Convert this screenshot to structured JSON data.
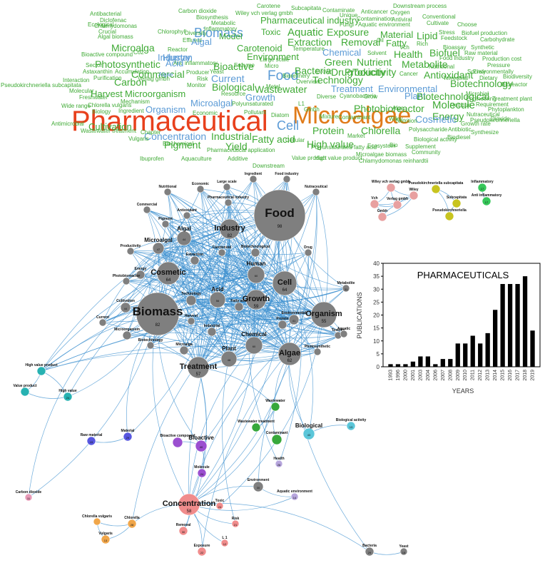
{
  "colors": {
    "green": "#3faa35",
    "blue": "#5c9bd6",
    "red": "#e8401c",
    "orange": "#e07b1a",
    "edge": "#3b8fcf",
    "node": "#7f7f7f",
    "bar": "#000000"
  },
  "word_cloud": [
    {
      "t": "Pharmaceutical",
      "c": "red"
    },
    {
      "t": "Microalgae",
      "c": "orange"
    },
    {
      "t": "Biomass",
      "c": "blue"
    },
    {
      "t": "Food",
      "c": "blue"
    },
    {
      "t": "Cell",
      "c": "blue"
    },
    {
      "t": "Antibacterial",
      "c": "green"
    },
    {
      "t": "Diclofenac",
      "c": "green"
    },
    {
      "t": "Carbon dioxide",
      "c": "green"
    },
    {
      "t": "Biosynthesis",
      "c": "green"
    },
    {
      "t": "Carotene",
      "c": "green"
    },
    {
      "t": "Wiley vch verlag gmbh",
      "c": "green"
    },
    {
      "t": "Subcapitata",
      "c": "green"
    },
    {
      "t": "Contaminate",
      "c": "green"
    },
    {
      "t": "Unique",
      "c": "green"
    },
    {
      "t": "Downstream process",
      "c": "green"
    },
    {
      "t": "Anticancer",
      "c": "green"
    },
    {
      "t": "Oxygen",
      "c": "green"
    },
    {
      "t": "Conventional",
      "c": "green"
    },
    {
      "t": "Chlamydomonas",
      "c": "green"
    },
    {
      "t": "Metabolic",
      "c": "green"
    },
    {
      "t": "Pharmaceutical industry",
      "c": "green"
    },
    {
      "t": "Contamination",
      "c": "green"
    },
    {
      "t": "Antiviral",
      "c": "green"
    },
    {
      "t": "Ecological",
      "c": "green"
    },
    {
      "t": "Inflammatory",
      "c": "green"
    },
    {
      "t": "Fungi",
      "c": "green"
    },
    {
      "t": "Aquatic environment",
      "c": "green"
    },
    {
      "t": "Cultivate",
      "c": "green"
    },
    {
      "t": "Choose",
      "c": "green"
    },
    {
      "t": "Crucial",
      "c": "green"
    },
    {
      "t": "Chlorophyll",
      "c": "green"
    },
    {
      "t": "Diversity",
      "c": "green"
    },
    {
      "t": "Effluent",
      "c": "green"
    },
    {
      "t": "Toxic",
      "c": "green"
    },
    {
      "t": "Aquatic",
      "c": "green"
    },
    {
      "t": "Exposure",
      "c": "green"
    },
    {
      "t": "Material",
      "c": "green"
    },
    {
      "t": "Lipid",
      "c": "green"
    },
    {
      "t": "Stress",
      "c": "green"
    },
    {
      "t": "Biofuel production",
      "c": "green"
    },
    {
      "t": "Algal biomass",
      "c": "green"
    },
    {
      "t": "Model",
      "c": "green"
    },
    {
      "t": "Feedstock",
      "c": "green"
    },
    {
      "t": "Carbohydrate",
      "c": "green"
    },
    {
      "t": "Microalga",
      "c": "green"
    },
    {
      "t": "Algal",
      "c": "blue"
    },
    {
      "t": "Extraction",
      "c": "green"
    },
    {
      "t": "Removal",
      "c": "green"
    },
    {
      "t": "Oil",
      "c": "green"
    },
    {
      "t": "Fatty",
      "c": "green"
    },
    {
      "t": "Rich",
      "c": "green"
    },
    {
      "t": "Bioactive compound",
      "c": "green"
    },
    {
      "t": "Co2",
      "c": "green"
    },
    {
      "t": "Reactor",
      "c": "green"
    },
    {
      "t": "Carotenoid",
      "c": "green"
    },
    {
      "t": "Temperature",
      "c": "green"
    },
    {
      "t": "Chemical",
      "c": "blue"
    },
    {
      "t": "Solvent",
      "c": "green"
    },
    {
      "t": "Vch",
      "c": "green"
    },
    {
      "t": "Bioassay",
      "c": "green"
    },
    {
      "t": "Synthetic",
      "c": "green"
    },
    {
      "t": "Industry",
      "c": "blue"
    },
    {
      "t": "Environment",
      "c": "green"
    },
    {
      "t": "Health",
      "c": "green"
    },
    {
      "t": "Biofuel",
      "c": "green"
    },
    {
      "t": "Raw material",
      "c": "green"
    },
    {
      "t": "Photosynthetic",
      "c": "green"
    },
    {
      "t": "Human",
      "c": "blue"
    },
    {
      "t": "Anti inflammatory",
      "c": "green"
    },
    {
      "t": "Green",
      "c": "green"
    },
    {
      "t": "Nutrient",
      "c": "green"
    },
    {
      "t": "Metabolite",
      "c": "green"
    },
    {
      "t": "Food industry",
      "c": "green"
    },
    {
      "t": "Production cost",
      "c": "green"
    },
    {
      "t": "Sector",
      "c": "green"
    },
    {
      "t": "Acid",
      "c": "blue"
    },
    {
      "t": "Enzyme",
      "c": "green"
    },
    {
      "t": "Bacteria",
      "c": "green"
    },
    {
      "t": "Productivity",
      "c": "green"
    },
    {
      "t": "Nutritional",
      "c": "green"
    },
    {
      "t": "Pressure",
      "c": "green"
    },
    {
      "t": "Astaxanthin",
      "c": "green"
    },
    {
      "t": "Accumulation",
      "c": "green"
    },
    {
      "t": "Producer",
      "c": "green"
    },
    {
      "t": "Bioactive",
      "c": "green"
    },
    {
      "t": "Micro",
      "c": "green"
    },
    {
      "t": "Technology",
      "c": "green"
    },
    {
      "t": "Society",
      "c": "green"
    },
    {
      "t": "Environmentally",
      "c": "green"
    },
    {
      "t": "Commercial",
      "c": "green"
    },
    {
      "t": "Yeast",
      "c": "green"
    },
    {
      "t": "Drug",
      "c": "green"
    },
    {
      "t": "Toxicity",
      "c": "green"
    },
    {
      "t": "Antioxidant",
      "c": "green"
    },
    {
      "t": "Terrestrial",
      "c": "green"
    },
    {
      "t": "Biodiversity",
      "c": "green"
    },
    {
      "t": "Pseudokirchneriella subcapitata",
      "c": "green"
    },
    {
      "t": "Verlag gmbh",
      "c": "green"
    },
    {
      "t": "Carbon",
      "c": "green"
    },
    {
      "t": "Current",
      "c": "blue"
    },
    {
      "t": "Biorefinery",
      "c": "green"
    },
    {
      "t": "Grown",
      "c": "green"
    },
    {
      "t": "Cancer",
      "c": "green"
    },
    {
      "t": "Dietary",
      "c": "green"
    },
    {
      "t": "Bioreactor",
      "c": "green"
    },
    {
      "t": "Interaction",
      "c": "green"
    },
    {
      "t": "Purification",
      "c": "green"
    },
    {
      "t": "Risk",
      "c": "green"
    },
    {
      "t": "Overview",
      "c": "green"
    },
    {
      "t": "Biotechnology",
      "c": "green"
    },
    {
      "t": "Molecular",
      "c": "green"
    },
    {
      "t": "Algae",
      "c": "blue"
    },
    {
      "t": "Monitor",
      "c": "green"
    },
    {
      "t": "Biological",
      "c": "green"
    },
    {
      "t": "Metal",
      "c": "green"
    },
    {
      "t": "Treatment",
      "c": "blue"
    },
    {
      "t": "Environmental",
      "c": "blue"
    },
    {
      "t": "Harvest",
      "c": "green"
    },
    {
      "t": "Microorganism",
      "c": "green"
    },
    {
      "t": "Large scale",
      "c": "green"
    },
    {
      "t": "Wastewater",
      "c": "green"
    },
    {
      "t": "Plant",
      "c": "blue"
    },
    {
      "t": "Biotechnological",
      "c": "green"
    },
    {
      "t": "Freshwater",
      "c": "green"
    },
    {
      "t": "Resource",
      "c": "green"
    },
    {
      "t": "Diverse",
      "c": "green"
    },
    {
      "t": "Cyanobacteria",
      "c": "green"
    },
    {
      "t": "Grow",
      "c": "green"
    },
    {
      "t": "Molecule",
      "c": "green"
    },
    {
      "t": "Treatment plant",
      "c": "green"
    },
    {
      "t": "Chlorella vulgaris",
      "c": "green"
    },
    {
      "t": "Mechanism",
      "c": "green"
    },
    {
      "t": "Microalgal",
      "c": "blue"
    },
    {
      "t": "Growth",
      "c": "blue"
    },
    {
      "t": "Polyunsaturated",
      "c": "green"
    },
    {
      "t": "L1",
      "c": "green"
    },
    {
      "t": "Requirement",
      "c": "green"
    },
    {
      "t": "Wide range",
      "c": "green"
    },
    {
      "t": "Biology",
      "c": "green"
    },
    {
      "t": "Ingredient",
      "c": "green"
    },
    {
      "t": "Organism",
      "c": "blue"
    },
    {
      "t": "Economic",
      "c": "green"
    },
    {
      "t": "Pollutant",
      "c": "green"
    },
    {
      "t": "Diatom",
      "c": "green"
    },
    {
      "t": "Gmbh",
      "c": "green"
    },
    {
      "t": "Energy",
      "c": "green"
    },
    {
      "t": "Phytoplankton",
      "c": "green"
    },
    {
      "t": "Mixture",
      "c": "green"
    },
    {
      "t": "Contaminant",
      "c": "green"
    },
    {
      "t": "Photobioreactor",
      "c": "green"
    },
    {
      "t": "Alga",
      "c": "green"
    },
    {
      "t": "Nutraceutical",
      "c": "green"
    },
    {
      "t": "Antimicrobial",
      "c": "green"
    },
    {
      "t": "Cultivation",
      "c": "green"
    },
    {
      "t": "Concentration",
      "c": "blue"
    },
    {
      "t": "Industrial",
      "c": "green"
    },
    {
      "t": "Fatty acid",
      "c": "green"
    },
    {
      "t": "Protein",
      "c": "green"
    },
    {
      "t": "Chlorella",
      "c": "green"
    },
    {
      "t": "Cosmetic",
      "c": "blue"
    },
    {
      "t": "Dioxide",
      "c": "green"
    },
    {
      "t": "Wastewater treatment",
      "c": "green"
    },
    {
      "t": "Chapter",
      "c": "green"
    },
    {
      "t": "Pigment",
      "c": "green"
    },
    {
      "t": "Yield",
      "c": "green"
    },
    {
      "t": "Cellular",
      "c": "green"
    },
    {
      "t": "Market",
      "c": "green"
    },
    {
      "t": "Polysaccharide",
      "c": "green"
    },
    {
      "t": "Antibiotic",
      "c": "green"
    },
    {
      "t": "Synthesize",
      "c": "green"
    },
    {
      "t": "Vulgaris",
      "c": "green"
    },
    {
      "t": "Biochemical",
      "c": "green"
    },
    {
      "t": "Pharmaceutical application",
      "c": "green"
    },
    {
      "t": "High value",
      "c": "green"
    },
    {
      "t": "Biological activity",
      "c": "green"
    },
    {
      "t": "Biodiesel",
      "c": "green"
    },
    {
      "t": "Ibuprofen",
      "c": "green"
    },
    {
      "t": "Aquaculture",
      "c": "green"
    },
    {
      "t": "Additive",
      "c": "green"
    },
    {
      "t": "Polyunsaturated fatty acid",
      "c": "green"
    },
    {
      "t": "Microalgae biomass",
      "c": "green"
    },
    {
      "t": "Community",
      "c": "green"
    },
    {
      "t": "Value product",
      "c": "green"
    },
    {
      "t": "High value product",
      "c": "green"
    },
    {
      "t": "Chlamydomonas reinhardtii",
      "c": "green"
    },
    {
      "t": "Supplement",
      "c": "green"
    },
    {
      "t": "Ecosystem",
      "c": "green"
    },
    {
      "t": "Bio",
      "c": "green"
    },
    {
      "t": "Growth rate",
      "c": "green"
    },
    {
      "t": "Pseudokirchneriella",
      "c": "green"
    },
    {
      "t": "Downstream",
      "c": "green"
    },
    {
      "t": "Microbial",
      "c": "green"
    },
    {
      "t": "Engineering",
      "c": "green"
    },
    {
      "t": "Residue",
      "c": "green"
    },
    {
      "t": "Wiley",
      "c": "green"
    },
    {
      "t": "Nutrition",
      "c": "green"
    }
  ],
  "network": {
    "nodes": [
      {
        "label": "Food",
        "n": "98",
        "c": "#7f7f7f"
      },
      {
        "label": "Biomass",
        "n": "82",
        "c": "#7f7f7f"
      },
      {
        "label": "Industry",
        "n": "82",
        "c": "#7f7f7f"
      },
      {
        "label": "Cosmetic",
        "n": "64",
        "c": "#7f7f7f"
      },
      {
        "label": "Cell",
        "n": "64",
        "c": "#7f7f7f"
      },
      {
        "label": "Organism",
        "n": "55",
        "c": "#7f7f7f"
      },
      {
        "label": "Growth",
        "n": "59",
        "c": "#7f7f7f"
      },
      {
        "label": "Algae",
        "n": "62",
        "c": "#7f7f7f"
      },
      {
        "label": "Treatment",
        "n": "57",
        "c": "#7f7f7f"
      },
      {
        "label": "Human",
        "n": "60",
        "c": "#7f7f7f"
      },
      {
        "label": "Chemical",
        "n": "60",
        "c": "#7f7f7f"
      },
      {
        "label": "Plant",
        "n": "48",
        "c": "#7f7f7f"
      },
      {
        "label": "Acid",
        "n": "56",
        "c": "#7f7f7f"
      },
      {
        "label": "Algal",
        "n": "44",
        "c": "#7f7f7f"
      },
      {
        "label": "Microalgal",
        "n": "47",
        "c": "#7f7f7f"
      },
      {
        "label": "Technology",
        "n": "",
        "c": "#7f7f7f"
      },
      {
        "label": "Environmental",
        "n": "41",
        "c": "#7f7f7f"
      },
      {
        "label": "Cultivation",
        "n": "44",
        "c": "#7f7f7f"
      },
      {
        "label": "Energy",
        "n": "",
        "c": "#7f7f7f"
      },
      {
        "label": "Extraction",
        "n": "",
        "c": "#7f7f7f"
      },
      {
        "label": "Biotechnological",
        "n": "",
        "c": "#7f7f7f"
      },
      {
        "label": "Fatty acid",
        "n": "",
        "c": "#7f7f7f"
      },
      {
        "label": "Protein",
        "n": "",
        "c": "#7f7f7f"
      },
      {
        "label": "Industrial",
        "n": "",
        "c": "#7f7f7f"
      },
      {
        "label": "Microalga",
        "n": "",
        "c": "#7f7f7f"
      },
      {
        "label": "Microorganism",
        "n": "",
        "c": "#7f7f7f"
      },
      {
        "label": "Pharmaceutical industry",
        "n": "",
        "c": "#7f7f7f"
      },
      {
        "label": "Commercial",
        "n": "",
        "c": "#7f7f7f"
      },
      {
        "label": "Antioxidant",
        "n": "",
        "c": "#7f7f7f"
      },
      {
        "label": "Productivity",
        "n": "",
        "c": "#7f7f7f"
      },
      {
        "label": "Photobioreactor",
        "n": "",
        "c": "#7f7f7f"
      },
      {
        "label": "Drug",
        "n": "",
        "c": "#7f7f7f"
      },
      {
        "label": "Metabolite",
        "n": "31",
        "c": "#7f7f7f"
      },
      {
        "label": "Toxicity",
        "n": "",
        "c": "#7f7f7f"
      },
      {
        "label": "Aquatic",
        "n": "",
        "c": "#7f7f7f"
      },
      {
        "label": "Photosynthetic",
        "n": "",
        "c": "#7f7f7f"
      },
      {
        "label": "Large scale",
        "n": "",
        "c": "#7f7f7f"
      },
      {
        "label": "Ingredient",
        "n": "",
        "c": "#7f7f7f"
      },
      {
        "label": "Food industry",
        "n": "",
        "c": "#7f7f7f"
      },
      {
        "label": "Nutraceutical",
        "n": "",
        "c": "#7f7f7f"
      },
      {
        "label": "Economic",
        "n": "",
        "c": "#7f7f7f"
      },
      {
        "label": "Nutritional",
        "n": "",
        "c": "#7f7f7f"
      },
      {
        "label": "Pigment",
        "n": "",
        "c": "#7f7f7f"
      },
      {
        "label": "Carotenoid",
        "n": "",
        "c": "#7f7f7f"
      },
      {
        "label": "Current",
        "n": "",
        "c": "#7f7f7f"
      },
      {
        "label": "Harvest",
        "n": "",
        "c": "#7f7f7f"
      },
      {
        "label": "Biotechnology",
        "n": "",
        "c": "#7f7f7f"
      },
      {
        "label": "Wastewater",
        "n": "",
        "c": "#37a83a"
      },
      {
        "label": "Wastewater treatment",
        "n": "",
        "c": "#37a83a"
      },
      {
        "label": "Contaminant",
        "n": "",
        "c": "#37a83a"
      },
      {
        "label": "Biological",
        "n": "43",
        "c": "#5bc6d9"
      },
      {
        "label": "Biological activity",
        "n": "13",
        "c": "#5bc6d9"
      },
      {
        "label": "Bioactive",
        "n": "40",
        "c": "#9b4fd0"
      },
      {
        "label": "Bioactive compound",
        "n": "",
        "c": "#9b4fd0"
      },
      {
        "label": "Molecule",
        "n": "24",
        "c": "#9b4fd0"
      },
      {
        "label": "Health",
        "n": "26",
        "c": "#b7a6dd"
      },
      {
        "label": "Environment",
        "n": "30",
        "c": "#7f7f7f"
      },
      {
        "label": "Aquatic environment",
        "n": "14",
        "c": "#b7a6dd"
      },
      {
        "label": "Concentration",
        "n": "58",
        "c": "#f08c8c"
      },
      {
        "label": "Toxic",
        "n": "24",
        "c": "#f08c8c"
      },
      {
        "label": "Risk",
        "n": "21",
        "c": "#f08c8c"
      },
      {
        "label": "Removal",
        "n": "30",
        "c": "#f08c8c"
      },
      {
        "label": "L 1",
        "n": "12",
        "c": "#f08c8c"
      },
      {
        "label": "Exposure",
        "n": "22",
        "c": "#f08c8c"
      },
      {
        "label": "Raw material",
        "n": "15",
        "c": "#5757e0"
      },
      {
        "label": "Material",
        "n": "29",
        "c": "#5757e0"
      },
      {
        "label": "High value product",
        "n": "",
        "c": "#27b2b2"
      },
      {
        "label": "Value product",
        "n": "",
        "c": "#27b2b2"
      },
      {
        "label": "High value",
        "n": "24",
        "c": "#27b2b2"
      },
      {
        "label": "Carbon dioxide",
        "n": "11",
        "c": "#e89ab7"
      },
      {
        "label": "Chlorella vulgaris",
        "n": "",
        "c": "#f0a64a"
      },
      {
        "label": "Chlorella",
        "n": "28",
        "c": "#f0a64a"
      },
      {
        "label": "Vulgaris",
        "n": "13",
        "c": "#f0a64a"
      },
      {
        "label": "Bacteria",
        "n": "29",
        "c": "#7f7f7f"
      },
      {
        "label": "Yeast",
        "n": "15",
        "c": "#7f7f7f"
      },
      {
        "label": "Wiley vch verlag gmbh",
        "n": "",
        "c": "#e8a0a0"
      },
      {
        "label": "Wiley",
        "n": "",
        "c": "#e8a0a0"
      },
      {
        "label": "Vch",
        "n": "",
        "c": "#e8a0a0"
      },
      {
        "label": "Verlag gmbh",
        "n": "",
        "c": "#e8a0a0"
      },
      {
        "label": "Gmbh",
        "n": "",
        "c": "#e8a0a0"
      },
      {
        "label": "Pseudokirchneriella subcapitata",
        "n": "",
        "c": "#c8c420"
      },
      {
        "label": "Subcapitata",
        "n": "",
        "c": "#c8c420"
      },
      {
        "label": "Pseudokirchneriella",
        "n": "",
        "c": "#c8c420"
      },
      {
        "label": "Inflammatory",
        "n": "17",
        "c": "#37c85a"
      },
      {
        "label": "Anti inflammatory",
        "n": "17",
        "c": "#37c85a"
      }
    ]
  },
  "chart_data": {
    "type": "bar",
    "title": "PHARMACEUTICALS",
    "xlabel": "YEARS",
    "ylabel": "PUBLICATIONS",
    "categories": [
      "1993",
      "1996",
      "2000",
      "2001",
      "2003",
      "2004",
      "2006",
      "2007",
      "2008",
      "2009",
      "2010",
      "2011",
      "2012",
      "2013",
      "2014",
      "2015",
      "2016",
      "2017",
      "2018",
      "2019"
    ],
    "values": [
      1,
      1,
      1,
      2,
      4,
      4,
      1,
      3,
      3,
      9,
      9,
      12,
      9,
      13,
      22,
      32,
      32,
      32,
      35,
      14
    ],
    "ylim": [
      0,
      40
    ],
    "yticks": [
      0,
      5,
      10,
      15,
      20,
      25,
      30,
      35,
      40
    ],
    "grid": false
  }
}
